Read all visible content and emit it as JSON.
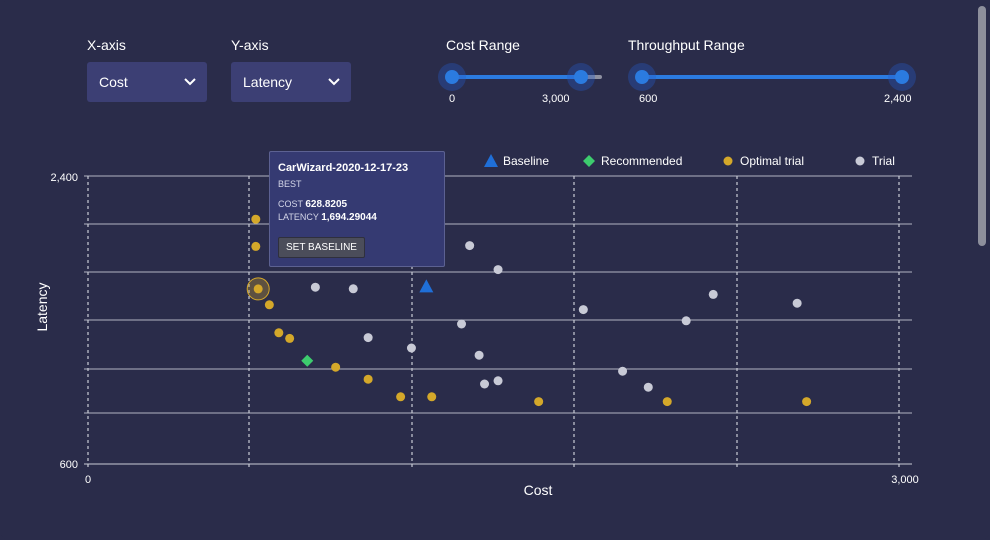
{
  "controls": {
    "xaxis": {
      "label": "X-axis",
      "value": "Cost"
    },
    "yaxis": {
      "label": "Y-axis",
      "value": "Latency"
    },
    "cost_range": {
      "label": "Cost Range",
      "min_label": "0",
      "max_label": "3,000",
      "low": 0,
      "high": 3000,
      "max": 3500
    },
    "throughput_range": {
      "label": "Throughput Range",
      "min_label": "600",
      "max_label": "2,400",
      "low": 600,
      "high": 2400
    }
  },
  "tooltip": {
    "title": "CarWizard-2020-12-17-23",
    "subtitle": "BEST",
    "cost_label": "COST",
    "cost_value": "628.8205",
    "latency_label": "LATENCY",
    "latency_value": "1,694.29044",
    "button": "SET BASELINE"
  },
  "colors": {
    "baseline": "#1f6fd8",
    "recommended": "#3dcc6e",
    "optimal": "#d4a82a",
    "trial": "#c8cad6",
    "grid": "#c9cbd6"
  },
  "chart_data": {
    "type": "scatter",
    "xlabel": "Cost",
    "ylabel": "Latency",
    "xlim": [
      0,
      3000
    ],
    "ylim": [
      600,
      2400
    ],
    "x_tick_labels": [
      "0",
      "3,000"
    ],
    "y_tick_labels": [
      "600",
      "2,400"
    ],
    "legend_placement": "top",
    "series": [
      {
        "name": "Baseline",
        "marker": "triangle",
        "points": [
          [
            1250,
            1710
          ]
        ]
      },
      {
        "name": "Recommended",
        "marker": "diamond",
        "points": [
          [
            810,
            1245
          ]
        ]
      },
      {
        "name": "Optimal trial",
        "marker": "circle",
        "points": [
          [
            620,
            2130
          ],
          [
            620,
            1960
          ],
          [
            628.8205,
            1694.29044
          ],
          [
            670,
            1595
          ],
          [
            705,
            1420
          ],
          [
            745,
            1385
          ],
          [
            915,
            1205
          ],
          [
            1035,
            1130
          ],
          [
            1155,
            1020
          ],
          [
            1270,
            1020
          ],
          [
            1665,
            990
          ],
          [
            2140,
            990
          ],
          [
            2655,
            990
          ]
        ]
      },
      {
        "name": "Trial",
        "marker": "circle",
        "points": [
          [
            840,
            1705
          ],
          [
            980,
            1695
          ],
          [
            1035,
            1390
          ],
          [
            1195,
            1325
          ],
          [
            1380,
            1475
          ],
          [
            1410,
            1965
          ],
          [
            1445,
            1280
          ],
          [
            1465,
            1100
          ],
          [
            1515,
            1815
          ],
          [
            1515,
            1120
          ],
          [
            1830,
            1565
          ],
          [
            1975,
            1180
          ],
          [
            2070,
            1080
          ],
          [
            2210,
            1495
          ],
          [
            2310,
            1660
          ],
          [
            2620,
            1605
          ]
        ]
      }
    ]
  }
}
